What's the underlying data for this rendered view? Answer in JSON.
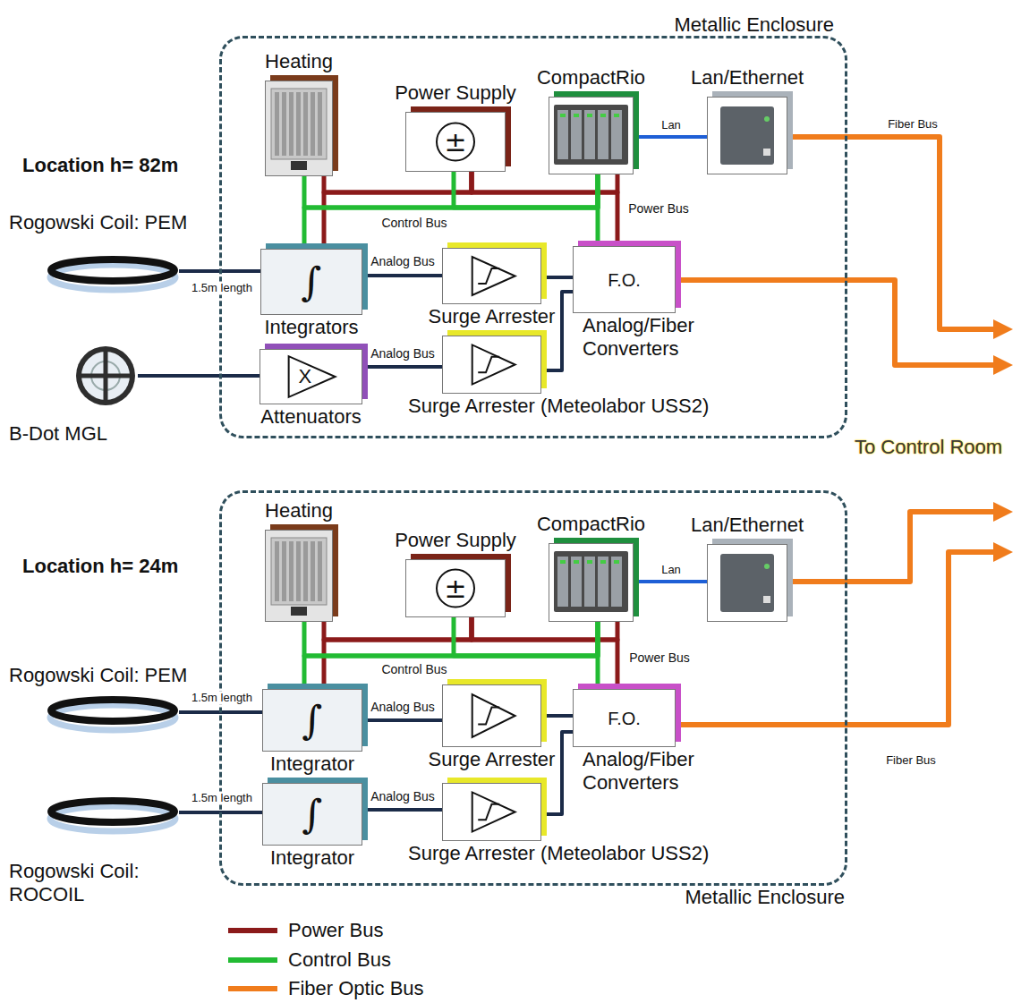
{
  "diagram": {
    "nodes": [
      {
        "text": [
          "Metallic Enclosure"
        ]
      },
      {
        "text": [
          "Heating"
        ],
        "in": 0
      },
      {
        "text": [
          "Power Supply",
          "±"
        ],
        "in": 0
      },
      {
        "text": [
          "CompactRio"
        ],
        "in": 0
      },
      {
        "text": [
          "Lan/Ethernet"
        ],
        "in": 0
      },
      {
        "text": [
          "∫",
          "Integrators"
        ],
        "in": 0
      },
      {
        "text": [
          "Surge Arrester"
        ],
        "in": 0
      },
      {
        "text": [
          "F.O.",
          "Analog/Fiber Converters"
        ],
        "in": 0
      },
      {
        "text": [
          "X",
          "Attenuators"
        ],
        "in": 0
      },
      {
        "text": [
          "Surge Arrester (Meteolabor USS2)"
        ],
        "in": 0
      },
      {
        "text": [
          "Rogowski Coil: PEM"
        ]
      },
      {
        "text": [
          "B-Dot MGL"
        ]
      },
      {
        "text": [
          "Metallic Enclosure"
        ]
      },
      {
        "text": [
          "Heating"
        ],
        "in": 12
      },
      {
        "text": [
          "Power Supply",
          "±"
        ],
        "in": 12
      },
      {
        "text": [
          "CompactRio"
        ],
        "in": 12
      },
      {
        "text": [
          "Lan/Ethernet"
        ],
        "in": 12
      },
      {
        "text": [
          "∫",
          "Integrator"
        ],
        "in": 12
      },
      {
        "text": [
          "Surge Arrester"
        ],
        "in": 12
      },
      {
        "text": [
          "F.O.",
          "Analog/Fiber Converters"
        ],
        "in": 12
      },
      {
        "text": [
          "∫",
          "Integrator"
        ],
        "in": 12
      },
      {
        "text": [
          "Surge Arrester (Meteolabor USS2)"
        ],
        "in": 12
      },
      {
        "text": [
          "Rogowski Coil: PEM"
        ]
      },
      {
        "text": [
          "Rogowski Coil: ROCOIL"
        ]
      }
    ],
    "edges": [
      {
        "from": 10,
        "to": 5,
        "label": "1.5m length",
        "arrow": "none"
      },
      {
        "from": 11,
        "to": 8,
        "arrow": "none"
      },
      {
        "from": 5,
        "to": 6,
        "label": "Analog Bus",
        "arrow": "none"
      },
      {
        "from": 8,
        "to": 9,
        "label": "Analog Bus",
        "arrow": "none"
      },
      {
        "from": 6,
        "to": 7,
        "arrow": "none"
      },
      {
        "from": 9,
        "to": 7,
        "arrow": "none"
      },
      {
        "from": 3,
        "to": 4,
        "label": "Lan",
        "arrow": "none"
      },
      {
        "from": 2,
        "to": 1,
        "arrow": "none"
      },
      {
        "from": 2,
        "to": 5,
        "arrow": "none"
      },
      {
        "from": 2,
        "to": 3,
        "arrow": "none"
      },
      {
        "from": 2,
        "to": 7,
        "label": "Power Bus",
        "arrow": "none"
      },
      {
        "from": 3,
        "to": 1,
        "arrow": "none"
      },
      {
        "from": 3,
        "to": 5,
        "label": "Control Bus",
        "arrow": "none"
      },
      {
        "from": 3,
        "to": 2,
        "arrow": "none"
      },
      {
        "from": 3,
        "to": 7,
        "arrow": "none"
      },
      {
        "from": 22,
        "to": 17,
        "label": "1.5m length",
        "arrow": "none"
      },
      {
        "from": 23,
        "to": 20,
        "label": "1.5m length",
        "arrow": "none"
      },
      {
        "from": 17,
        "to": 18,
        "label": "Analog Bus",
        "arrow": "none"
      },
      {
        "from": 20,
        "to": 21,
        "label": "Analog Bus",
        "arrow": "none"
      },
      {
        "from": 18,
        "to": 19,
        "arrow": "none"
      },
      {
        "from": 21,
        "to": 19,
        "arrow": "none"
      },
      {
        "from": 15,
        "to": 16,
        "label": "Lan",
        "arrow": "none"
      },
      {
        "from": 14,
        "to": 13,
        "arrow": "none"
      },
      {
        "from": 14,
        "to": 17,
        "arrow": "none"
      },
      {
        "from": 14,
        "to": 15,
        "arrow": "none"
      },
      {
        "from": 14,
        "to": 19,
        "label": "Power Bus",
        "arrow": "none"
      },
      {
        "from": 15,
        "to": 13,
        "arrow": "none"
      },
      {
        "from": 15,
        "to": 17,
        "label": "Control Bus",
        "arrow": "none"
      },
      {
        "from": 15,
        "to": 14,
        "arrow": "none"
      },
      {
        "from": 15,
        "to": 19,
        "arrow": "none"
      }
    ],
    "labels": [
      "Location h= 82m",
      "To Control Room",
      "Fiber Bus",
      "Location h= 24m",
      "Fiber Bus"
    ],
    "legend": [
      {
        "text": "Power Bus",
        "color": "#8b1a1a"
      },
      {
        "text": "Control Bus",
        "color": "#22bb33"
      },
      {
        "text": "Fiber Optic Bus",
        "color": "#f07c1c"
      }
    ]
  }
}
